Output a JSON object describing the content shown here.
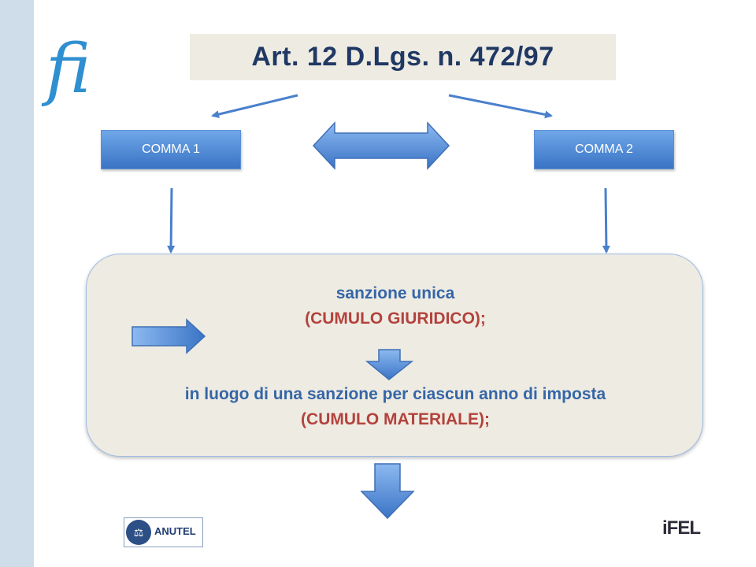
{
  "title": "Art. 12 D.Lgs. n. 472/97",
  "logo_top_left": "fi",
  "comma_left": "COMMA 1",
  "comma_right": "COMMA 2",
  "box": {
    "line1": "sanzione unica",
    "line2": "(CUMULO GIURIDICO);",
    "line3": "in luogo di una sanzione per ciascun anno di imposta",
    "line4": "(CUMULO MATERIALE);"
  },
  "logos": {
    "anutel": "ANUTEL",
    "ifel": "iFEL"
  },
  "colors": {
    "title_text": "#1f3864",
    "accent_blue": "#3566a8",
    "accent_red": "#b3423d",
    "box_fill": "#eeebe2",
    "arrow_blue": "#4a80cc"
  }
}
